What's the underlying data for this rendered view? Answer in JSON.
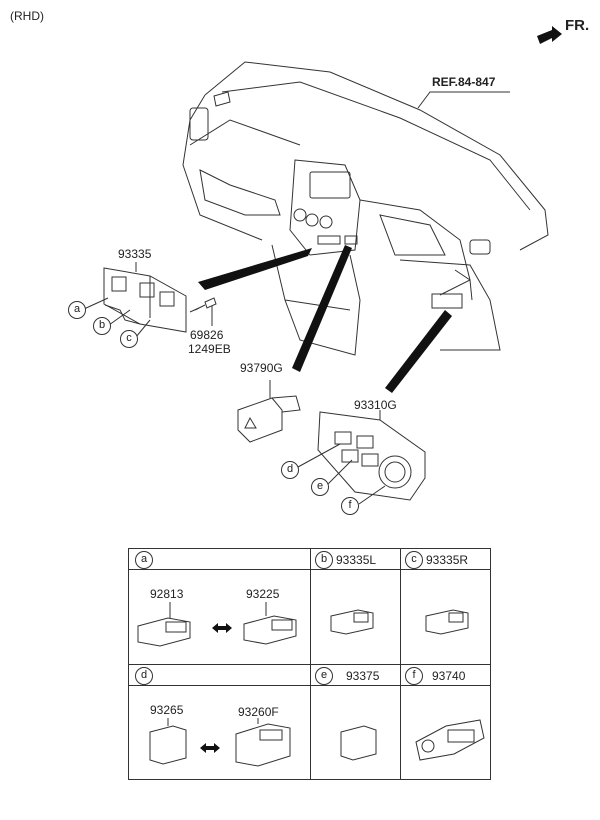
{
  "header": {
    "variant": "(RHD)",
    "direction": "FR."
  },
  "callouts": {
    "ref": "REF.84-847",
    "p93335": "93335",
    "p69826": "69826",
    "p1249EB": "1249EB",
    "p93790G": "93790G",
    "p93310G": "93310G"
  },
  "letters": {
    "a": "a",
    "b": "b",
    "c": "c",
    "d": "d",
    "e": "e",
    "f": "f"
  },
  "table": {
    "a": {
      "letter": "a",
      "left": "92813",
      "right": "93225"
    },
    "b": {
      "letter": "b",
      "part": "93335L"
    },
    "c": {
      "letter": "c",
      "part": "93335R"
    },
    "d": {
      "letter": "d",
      "left": "93265",
      "right": "93260F"
    },
    "e": {
      "letter": "e",
      "part": "93375"
    },
    "f": {
      "letter": "f",
      "part": "93740"
    }
  },
  "colors": {
    "line": "#333333",
    "fill": "#ffffff",
    "arrow": "#111111"
  },
  "icons": {
    "direction": "forward-arrow-icon",
    "swap": "double-arrow-icon"
  }
}
